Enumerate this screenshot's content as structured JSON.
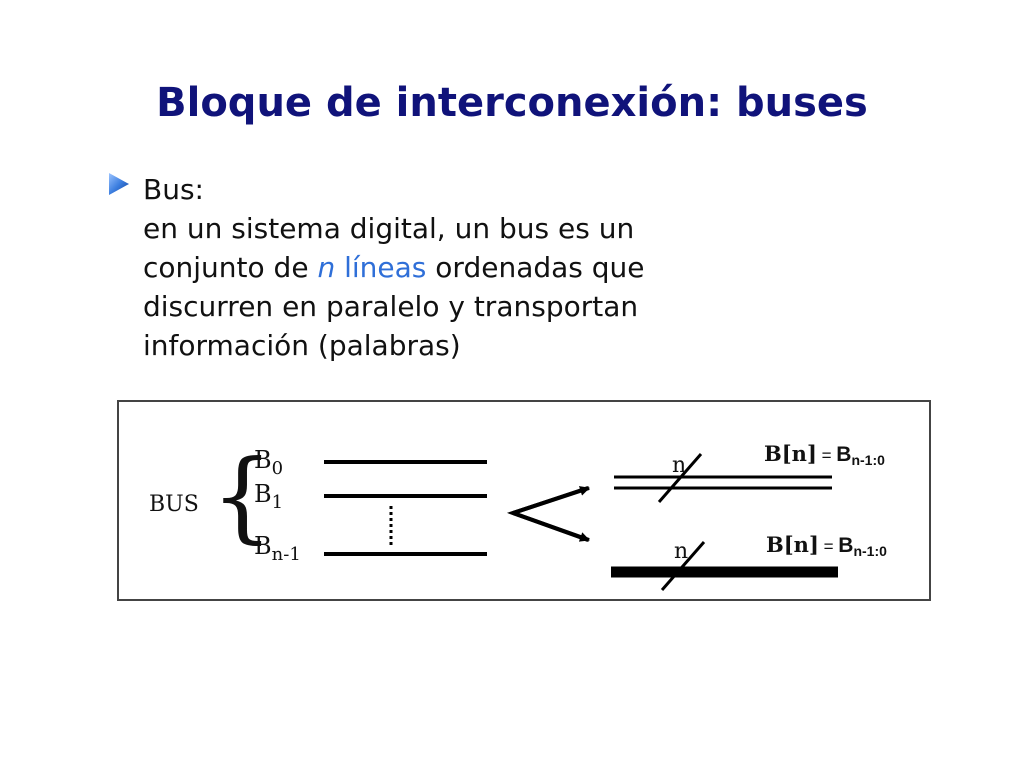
{
  "slide": {
    "title": "Bloque de interconexión: buses"
  },
  "bullet": {
    "heading": "Bus:",
    "line1": "en un sistema digital, un bus es un",
    "line2_pre": "conjunto de ",
    "line2_n": "n",
    "line2_lineas": " líneas",
    "line2_post": " ordenadas que",
    "line3": "discurren en paralelo y transportan",
    "line4": "información (palabras)",
    "accent_color": "#2f6fd8"
  },
  "diagram": {
    "bus_label": "BUS",
    "brace": "{",
    "line_labels": [
      {
        "base": "B",
        "sub": "0"
      },
      {
        "base": "B",
        "sub": "1"
      },
      {
        "base": "B",
        "sub": "n-1"
      }
    ],
    "ellipsis": "....",
    "top_width_label": "n",
    "bottom_width_label": "n",
    "notation_lhs": "B[n]",
    "notation_eq": " = ",
    "notation_rhs_base": "B",
    "notation_rhs_sub": "n-1:0"
  }
}
